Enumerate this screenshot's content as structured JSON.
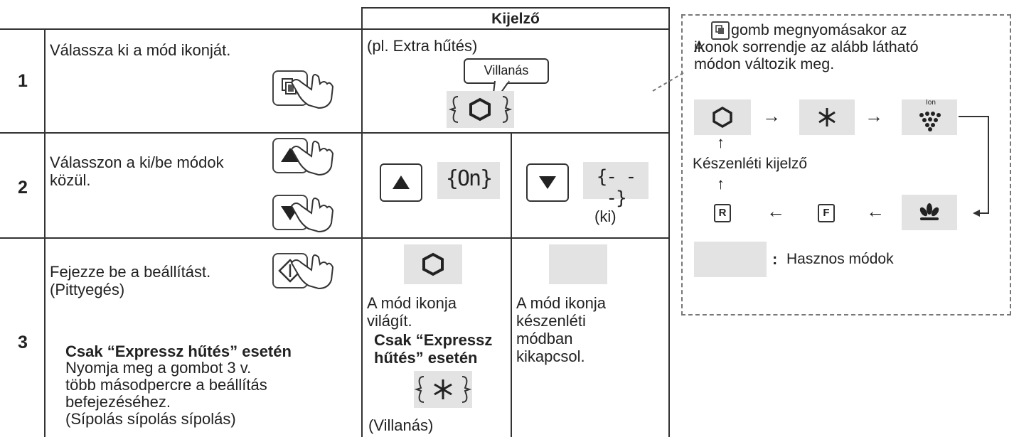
{
  "header": {
    "display_column": "Kijelző"
  },
  "rows": [
    {
      "number": "1",
      "instruction": "Válassza ki a mód ikonját.",
      "display_example": "(pl. Extra hűtés)",
      "callout": "Villanás"
    },
    {
      "number": "2",
      "instruction": "Válasszon a ki/be módok\nközül.",
      "display_on": "On",
      "display_off": "- - -",
      "off_note": "(ki)"
    },
    {
      "number": "3",
      "instruction": "Fejezze be a beállítást.\n(Pittyegés)",
      "express_title": "Csak “Expressz hűtés” esetén",
      "express_text": "Nyomja meg a gombot 3 v.\ntöbb másodpercre a beállítás\nbefejezéséhez.\n(Sípolás sípolás sípolás)",
      "lit_text": "A mód ikonja\nvilágít.",
      "express_display_title": "Csak “Expressz\nhűtés” esetén",
      "flash_note": "(Villanás)",
      "standby_text": "A mód ikonja\nkészenléti\nmódban\nkikapcsol."
    }
  ],
  "panel": {
    "intro_a": "A",
    "intro_rest": "gomb megnyomásakor az\nikonok sorrendje az alább látható\nmódon változik meg.",
    "ion_label": "Ion",
    "standby_label": "Készenléti kijelző",
    "key_r": "R",
    "key_f": "F",
    "legend_colon": ":",
    "legend_label": "Hasznos módok"
  },
  "icons": [
    "hexagon-icon",
    "snowflake-icon",
    "ion-grapes-icon",
    "lotus-icon",
    "mode-button-icon",
    "up-arrow-key-icon",
    "down-arrow-key-icon",
    "set-button-icon",
    "hand-pointer-icon"
  ],
  "colors": {
    "highlight": "#e3e3e3",
    "line": "#333333",
    "dashed_border": "#777777"
  }
}
